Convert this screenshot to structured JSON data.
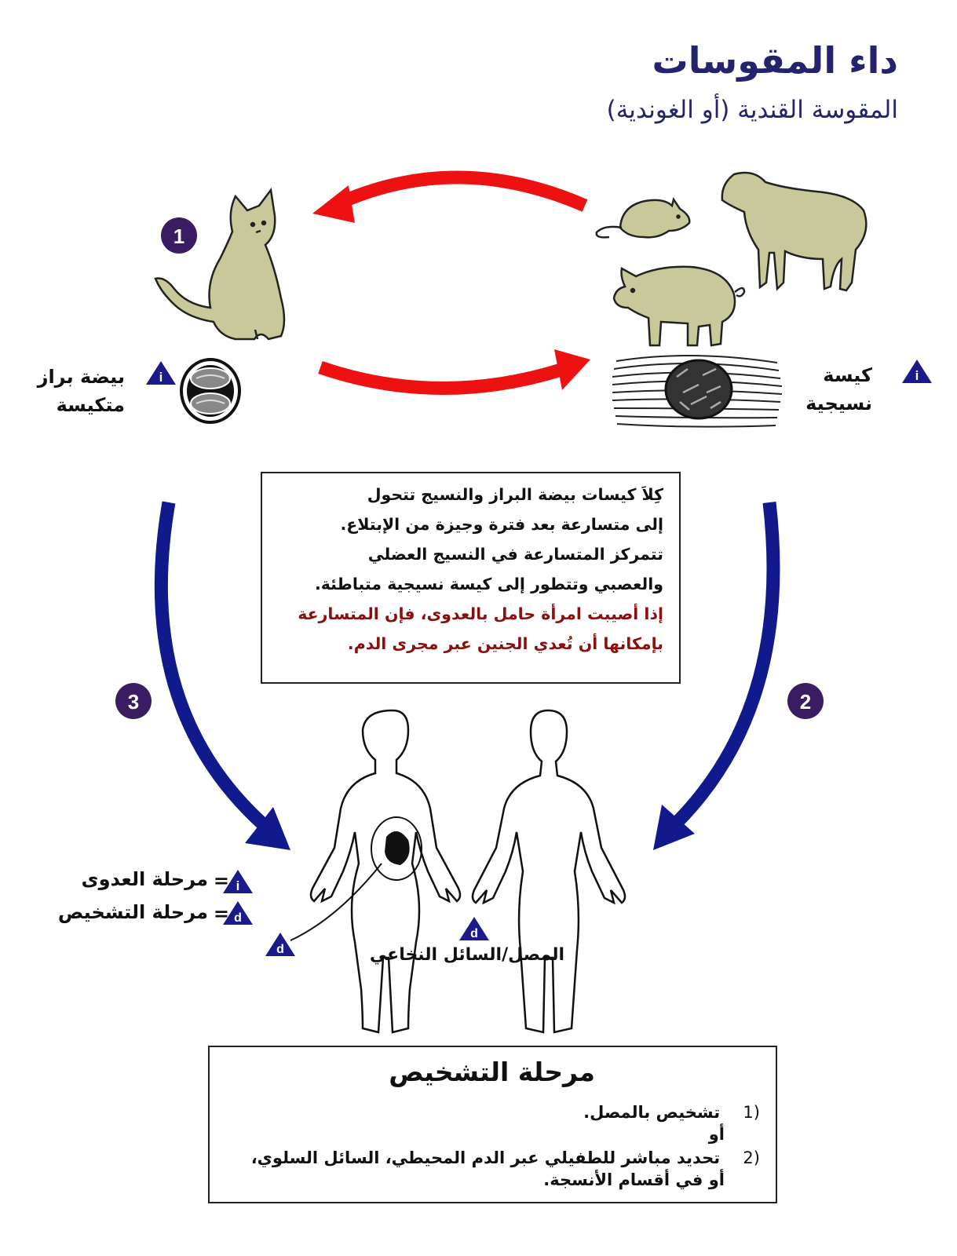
{
  "title": "داء المقوسات",
  "subtitle": "المقوسة القندية (أو الغوندية)",
  "stages": {
    "one": "1",
    "two": "2",
    "three": "3"
  },
  "labels": {
    "oocyst_line1": "بيضة براز",
    "oocyst_line2": "متكيسة",
    "tissue_cyst_line1": "كيسة",
    "tissue_cyst_line2": "نسيجية",
    "serum_csf": "المصل/السائل النخاعي"
  },
  "info_box": {
    "line1": "كِلاَ كيسات بيضة البراز والنسيج تتحول",
    "line2": "إلى متسارعة بعد فترة وجيزة من الإبتلاع.",
    "line3": "تتمركز المتسارعة في النسيج العضلي",
    "line4": "والعصبي وتتطور إلى كيسة نسيجية متباطئة.",
    "red_line1": "إذا أصيبت امرأة حامل بالعدوى، فإن المتسارعة",
    "red_line2": "بإمكانها أن تُعدي الجنين عبر مجرى الدم."
  },
  "legend": {
    "infective_letter": "i",
    "diagnostic_letter": "d",
    "equals": "=",
    "infective_label": "مرحلة العدوى",
    "diagnostic_label": "مرحلة التشخيص"
  },
  "diagnosis_box": {
    "title": "مرحلة التشخيص",
    "item1_num": "(1",
    "item1_text": "تشخيص بالمصل.",
    "or_text": "أو",
    "item2_num": "(2",
    "item2_line1": "تحديد مباشر للطفيلي عبر الدم المحيطي، السائل السلوي،",
    "item2_line2": "أو في أقسام الأنسجة."
  },
  "colors": {
    "title": "#23236e",
    "stage_circle": "#3a1c62",
    "blue_arrow": "#101a8c",
    "red_arrow": "#ee1111",
    "animal_fill": "#c8c89a",
    "triangle": "#1a1a8a",
    "red_text": "#8a1010"
  },
  "icons": [
    "cat-icon",
    "mouse-icon",
    "sheep-icon",
    "pig-icon",
    "oocyst-icon",
    "tissue-cyst-icon",
    "human-female-icon",
    "human-male-icon",
    "fetus-icon",
    "info-triangle-icon",
    "diagnostic-triangle-icon"
  ]
}
